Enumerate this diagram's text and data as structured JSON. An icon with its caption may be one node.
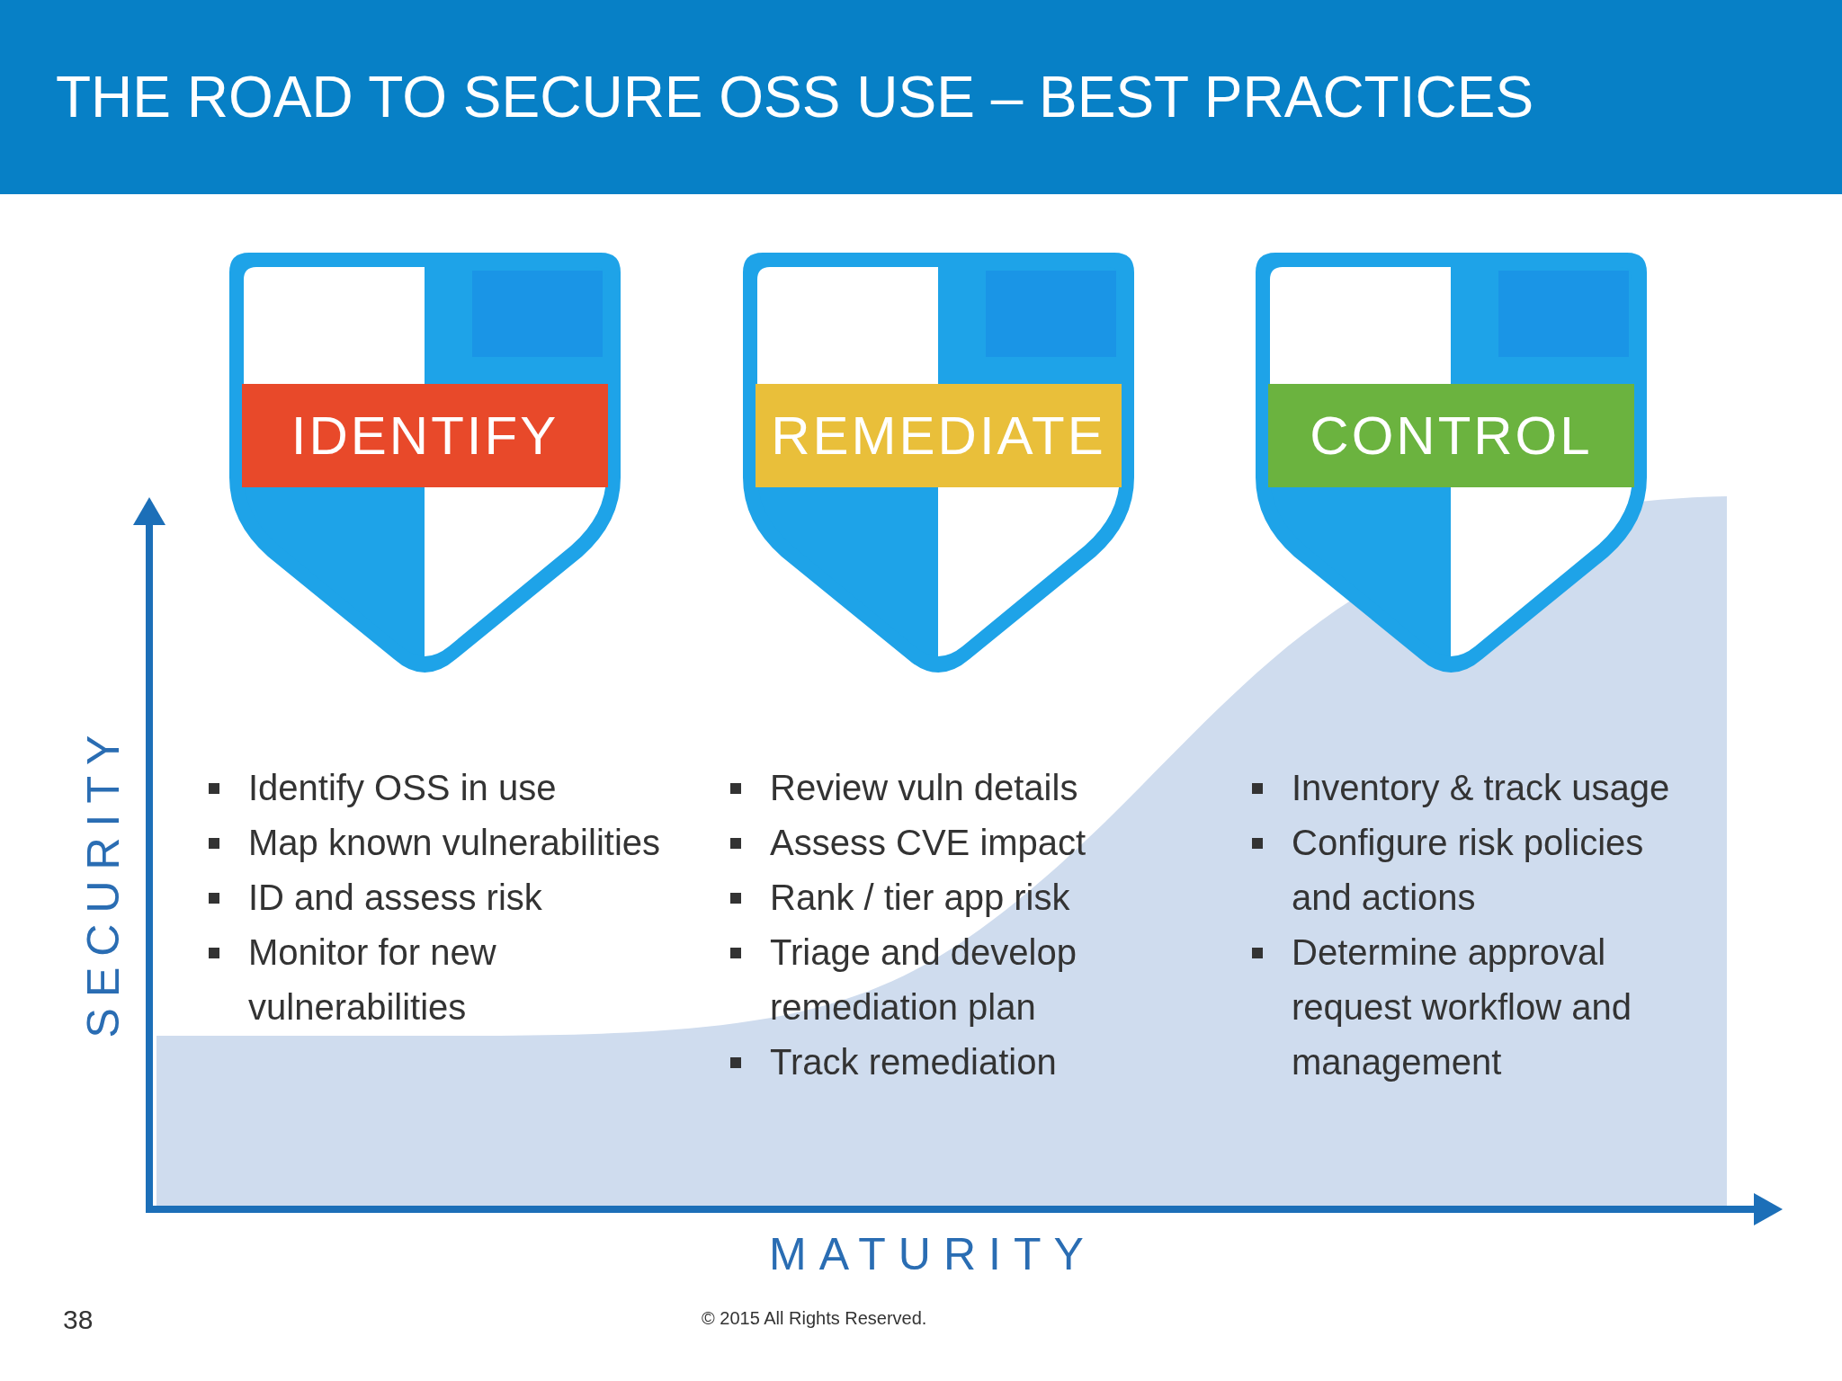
{
  "diagram": {
    "title": "THE ROAD TO SECURE OSS USE – BEST PRACTICES",
    "nodes": [
      {
        "text": [
          "IDENTIFY"
        ],
        "beside": [
          "Identify OSS in use",
          "Map known vulnerabilities",
          "ID and assess risk",
          "Monitor for new vulnerabilities"
        ]
      },
      {
        "text": [
          "REMEDIATE"
        ],
        "beside": [
          "Review vuln details",
          "Assess CVE impact",
          "Rank / tier app risk",
          "Triage and develop remediation plan",
          "Track remediation"
        ]
      },
      {
        "text": [
          "CONTROL"
        ],
        "beside": [
          "Inventory & track usage",
          "Configure risk policies and actions",
          "Determine approval request workflow and management"
        ]
      }
    ],
    "edges": [],
    "labels": [
      "SECURITY",
      "MATURITY",
      "38",
      "© 2015 All Rights Reserved."
    ]
  }
}
